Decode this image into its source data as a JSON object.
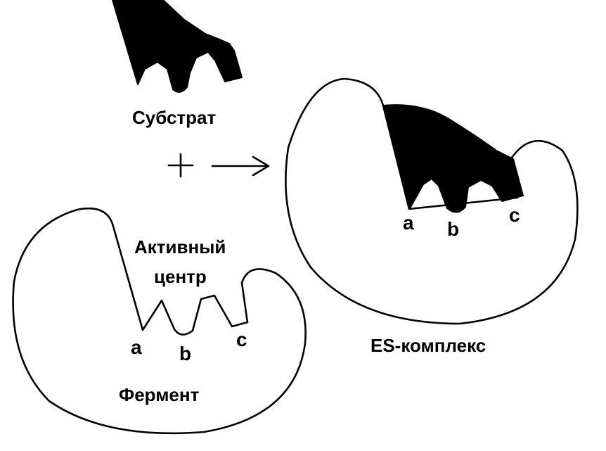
{
  "labels": {
    "substrate": "Субстрат",
    "active_site_line1": "Активный",
    "active_site_line2": "центр",
    "enzyme": "Фермент",
    "es_complex": "ES-комплекс"
  },
  "enzyme_sites": {
    "a": "a",
    "b": "b",
    "c": "c"
  },
  "complex_sites": {
    "a": "a",
    "b": "b",
    "c": "c"
  },
  "operators": {
    "plus": "plus-sign",
    "arrow": "reaction-arrow"
  },
  "colors": {
    "line": "#000000",
    "fill": "#000000",
    "background": "#ffffff"
  }
}
